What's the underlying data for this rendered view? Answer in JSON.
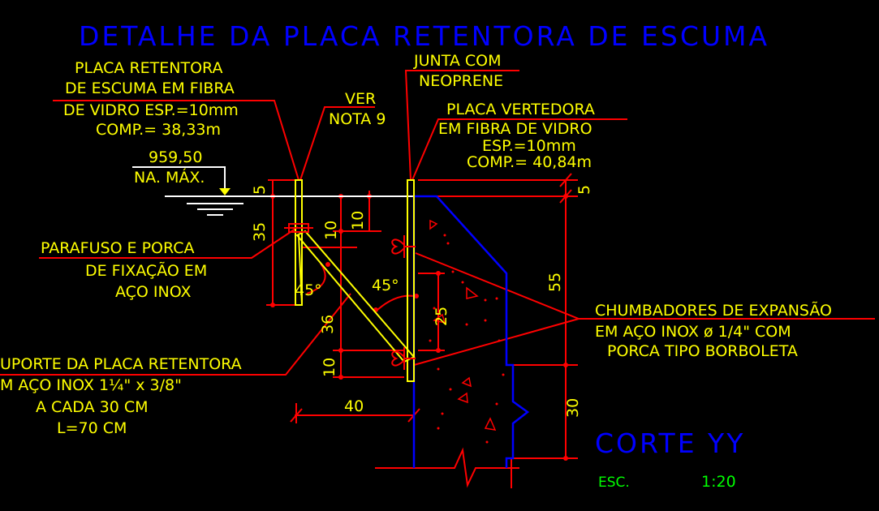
{
  "drawing": {
    "title": "DETALHE DA PLACA RETENTORA DE ESCUMA",
    "labels": {
      "placa_retentora": [
        "PLACA RETENTORA",
        "DE ESCUMA EM FIBRA",
        "DE VIDRO ESP.=10mm",
        "COMP.= 38,33m"
      ],
      "ver_nota": [
        "VER",
        "NOTA 9"
      ],
      "junta": [
        "JUNTA COM",
        "NEOPRENE"
      ],
      "placa_vertedora": [
        "PLACA VERTEDORA",
        "EM FIBRA DE VIDRO",
        "ESP.=10mm",
        "COMP.= 40,84m"
      ],
      "nivel": [
        "959,50",
        "NA. MÁX."
      ],
      "parafuso": [
        "PARAFUSO E PORCA",
        "DE FIXAÇÃO EM",
        "AÇO INOX"
      ],
      "chumbadores": [
        "CHUMBADORES DE EXPANSÃO",
        "EM AÇO INOX ø 1/4\" COM",
        "PORCA TIPO BORBOLETA"
      ],
      "suporte": [
        "UPORTE DA PLACA RETENTORA",
        "M AÇO INOX 1¼\" x 3/8\"",
        "A CADA 30 CM",
        "L=70 CM"
      ]
    },
    "dimensions": {
      "d5_left": "5",
      "d35": "35",
      "d10_a": "10",
      "d10_b": "10",
      "d36": "36",
      "d10_c": "10",
      "d40": "40",
      "d25": "25",
      "d5_right": "5",
      "d55": "55",
      "d30": "30",
      "angle_a": "45°",
      "angle_b": "45°"
    },
    "section": {
      "name": "CORTE YY",
      "scale_label": "ESC.",
      "scale_value": "1:20"
    },
    "colors": {
      "background": "#000000",
      "yellow": "#FFFF00",
      "red": "#FF0000",
      "blue": "#0000FF",
      "green": "#00FF00",
      "white": "#FFFFFF"
    }
  }
}
